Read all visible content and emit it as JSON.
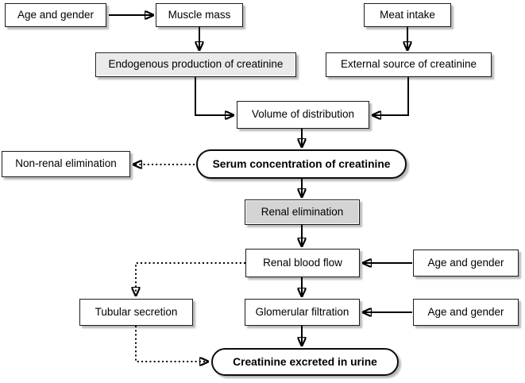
{
  "nodes": {
    "age_gender_top": {
      "label": "Age and gender"
    },
    "muscle_mass": {
      "label": "Muscle mass"
    },
    "meat_intake": {
      "label": "Meat intake"
    },
    "endogenous_production": {
      "label": "Endogenous production of creatinine"
    },
    "external_source": {
      "label": "External source of creatinine"
    },
    "volume_distribution": {
      "label": "Volume of distribution"
    },
    "non_renal_elimination": {
      "label": "Non-renal elimination"
    },
    "serum_concentration": {
      "label": "Serum concentration of creatinine"
    },
    "renal_elimination": {
      "label": "Renal elimination"
    },
    "renal_blood_flow": {
      "label": "Renal blood flow"
    },
    "age_gender_renal_blood_flow": {
      "label": "Age and gender"
    },
    "tubular_secretion": {
      "label": "Tubular secretion"
    },
    "glomerular_filtration": {
      "label": "Glomerular filtration"
    },
    "age_gender_glomerular_filtration": {
      "label": "Age and gender"
    },
    "creatinine_excreted": {
      "label": "Creatinine excreted in urine"
    }
  },
  "colors": {
    "background": "#ffffff",
    "box_fill": "#ffffff",
    "shaded_fill_light": "#eaeaea",
    "shaded_fill_dark": "#d4d4d4",
    "box_border": "#1c1c1c",
    "arrow": "#000000"
  }
}
